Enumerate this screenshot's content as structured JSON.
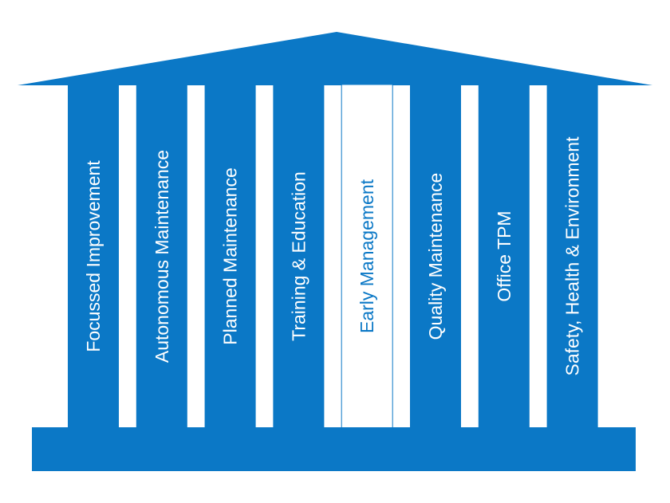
{
  "colors": {
    "primary": "#0b78c6",
    "highlight_fill": "#ffffff",
    "highlight_text": "#0b78c6"
  },
  "pillars": [
    {
      "label": "Focussed Improvement",
      "highlighted": false
    },
    {
      "label": "Autonomous Maintenance",
      "highlighted": false
    },
    {
      "label": "Planned Maintenance",
      "highlighted": false
    },
    {
      "label": "Training & Education",
      "highlighted": false
    },
    {
      "label": "Early Management",
      "highlighted": true
    },
    {
      "label": "Quality Maintenance",
      "highlighted": false
    },
    {
      "label": "Office TPM",
      "highlighted": false
    },
    {
      "label": "Safety, Health & Environment",
      "highlighted": false
    }
  ]
}
